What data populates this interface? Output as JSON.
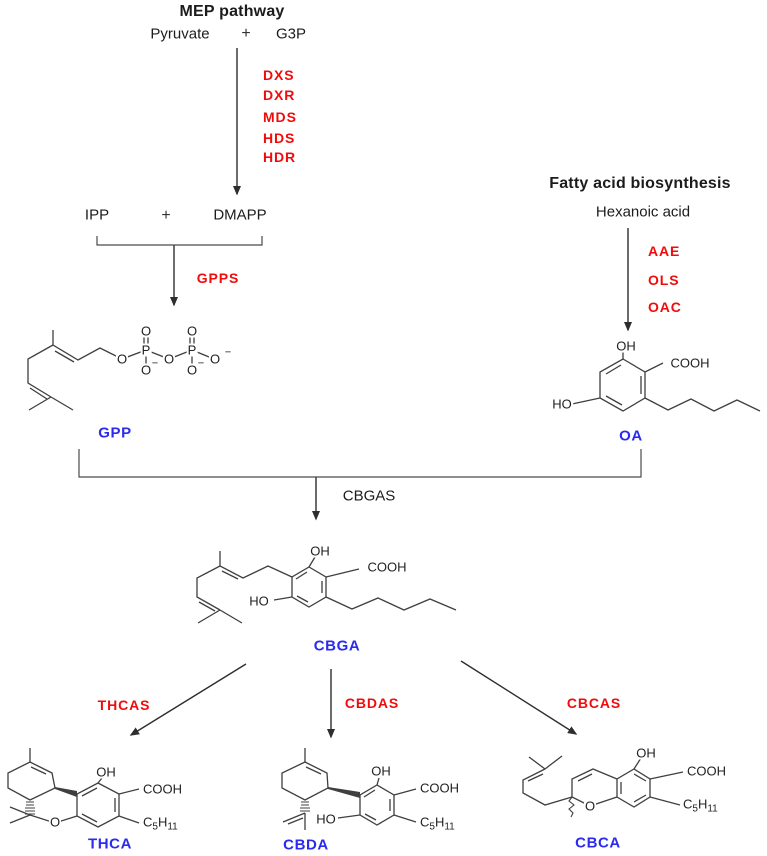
{
  "colors": {
    "enzyme": "#f20b0b",
    "product": "#2b2bf0",
    "ink": "#1c1c1c"
  },
  "symbols": {
    "plus": "+",
    "minus": "−"
  },
  "atoms": {
    "oh": "OH",
    "ho": "HO",
    "cooh": "COOH",
    "o": "O",
    "p": "P",
    "c": "C",
    "h": "H",
    "sub5": "5",
    "sub11": "11"
  },
  "mep": {
    "title": "MEP pathway",
    "substrate_left": "Pyruvate",
    "substrate_right": "G3P",
    "enzymes": [
      "DXS",
      "DXR",
      "MDS",
      "HDS",
      "HDR"
    ],
    "intermediate_left": "IPP",
    "intermediate_right": "DMAPP",
    "condensing_enzyme": "GPPS",
    "product": "GPP"
  },
  "fatty": {
    "title": "Fatty acid biosynthesis",
    "substrate": "Hexanoic acid",
    "enzymes": [
      "AAE",
      "OLS",
      "OAC"
    ],
    "product": "OA"
  },
  "central": {
    "enzyme": "CBGAS",
    "product": "CBGA"
  },
  "branches": [
    {
      "enzyme": "THCAS",
      "product": "THCA"
    },
    {
      "enzyme": "CBDAS",
      "product": "CBDA"
    },
    {
      "enzyme": "CBCAS",
      "product": "CBCA"
    }
  ]
}
